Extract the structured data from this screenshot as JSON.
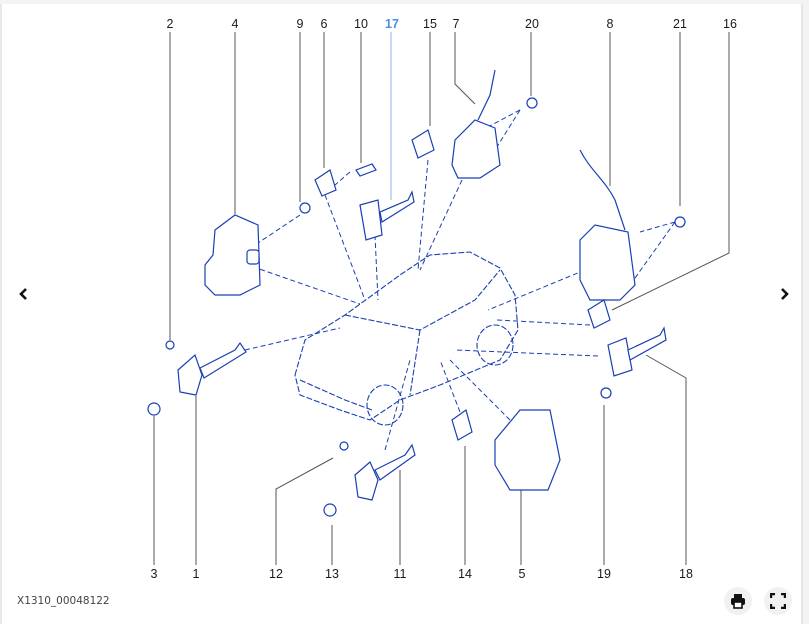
{
  "diagram": {
    "reference": "X1310_00048122",
    "active_label": "17",
    "accent_color": "#4a90e2",
    "line_color": "#1a3fb5",
    "top_labels": [
      "2",
      "4",
      "9",
      "6",
      "10",
      "17",
      "15",
      "7",
      "20",
      "8",
      "21",
      "16"
    ],
    "bottom_labels": [
      "3",
      "1",
      "12",
      "13",
      "11",
      "14",
      "5",
      "19",
      "18"
    ]
  },
  "navigation": {
    "prev_icon": "chevron-left-icon",
    "next_icon": "chevron-right-icon",
    "prev_glyph": "‹",
    "next_glyph": "›"
  },
  "toolbar": {
    "print_icon": "print-icon",
    "fullscreen_icon": "fullscreen-icon"
  }
}
